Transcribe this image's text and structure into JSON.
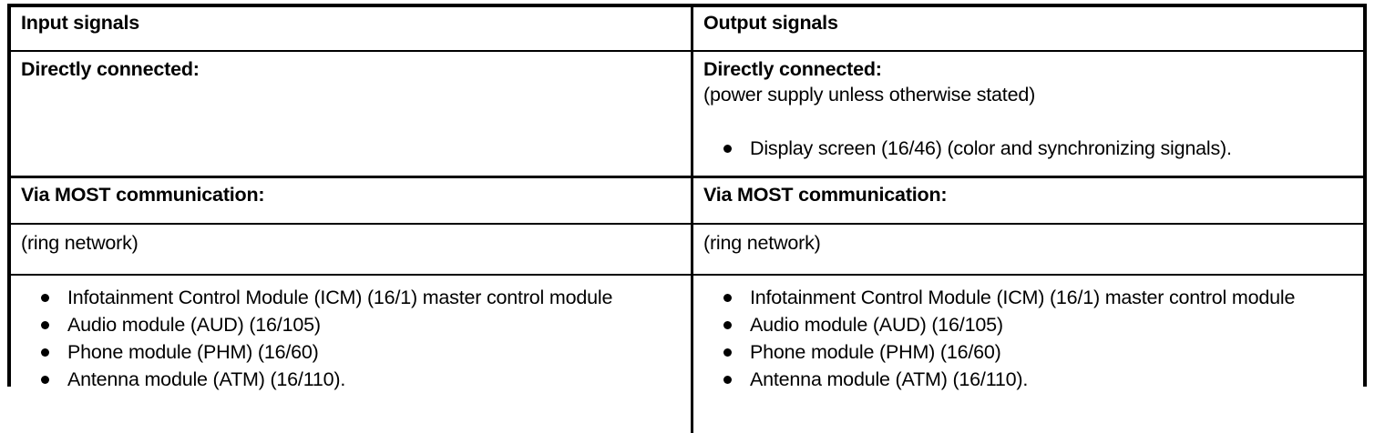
{
  "table": {
    "columns": [
      {
        "id": "input",
        "header": "Input signals"
      },
      {
        "id": "output",
        "header": "Output signals"
      }
    ],
    "rows": {
      "directly_connected": {
        "input": {
          "lead": "Directly connected:",
          "note": "",
          "bullets": []
        },
        "output": {
          "lead": "Directly connected:",
          "note": "(power supply unless otherwise stated)",
          "bullets": [
            "Display screen (16/46) (color and synchronizing signals)."
          ]
        }
      },
      "via_most": {
        "input": {
          "lead": "Via MOST communication:"
        },
        "output": {
          "lead": "Via MOST communication:"
        }
      },
      "ring_network": {
        "input": {
          "note": "(ring network)"
        },
        "output": {
          "note": "(ring network)"
        }
      },
      "module_list": {
        "input": {
          "bullets": [
            "Infotainment Control Module (ICM) (16/1) master control module",
            "Audio module (AUD) (16/105)",
            "Phone module (PHM) (16/60)",
            "Antenna module (ATM) (16/110)."
          ]
        },
        "output": {
          "bullets": [
            "Infotainment Control Module (ICM) (16/1) master control module",
            "Audio module (AUD) (16/105)",
            "Phone module (PHM) (16/60)",
            "Antenna module (ATM) (16/110)."
          ]
        }
      }
    }
  },
  "style": {
    "border_color": "#000000",
    "background": "#ffffff",
    "text_color": "#000000"
  },
  "icons": {
    "bullet": "bullet-dot"
  }
}
